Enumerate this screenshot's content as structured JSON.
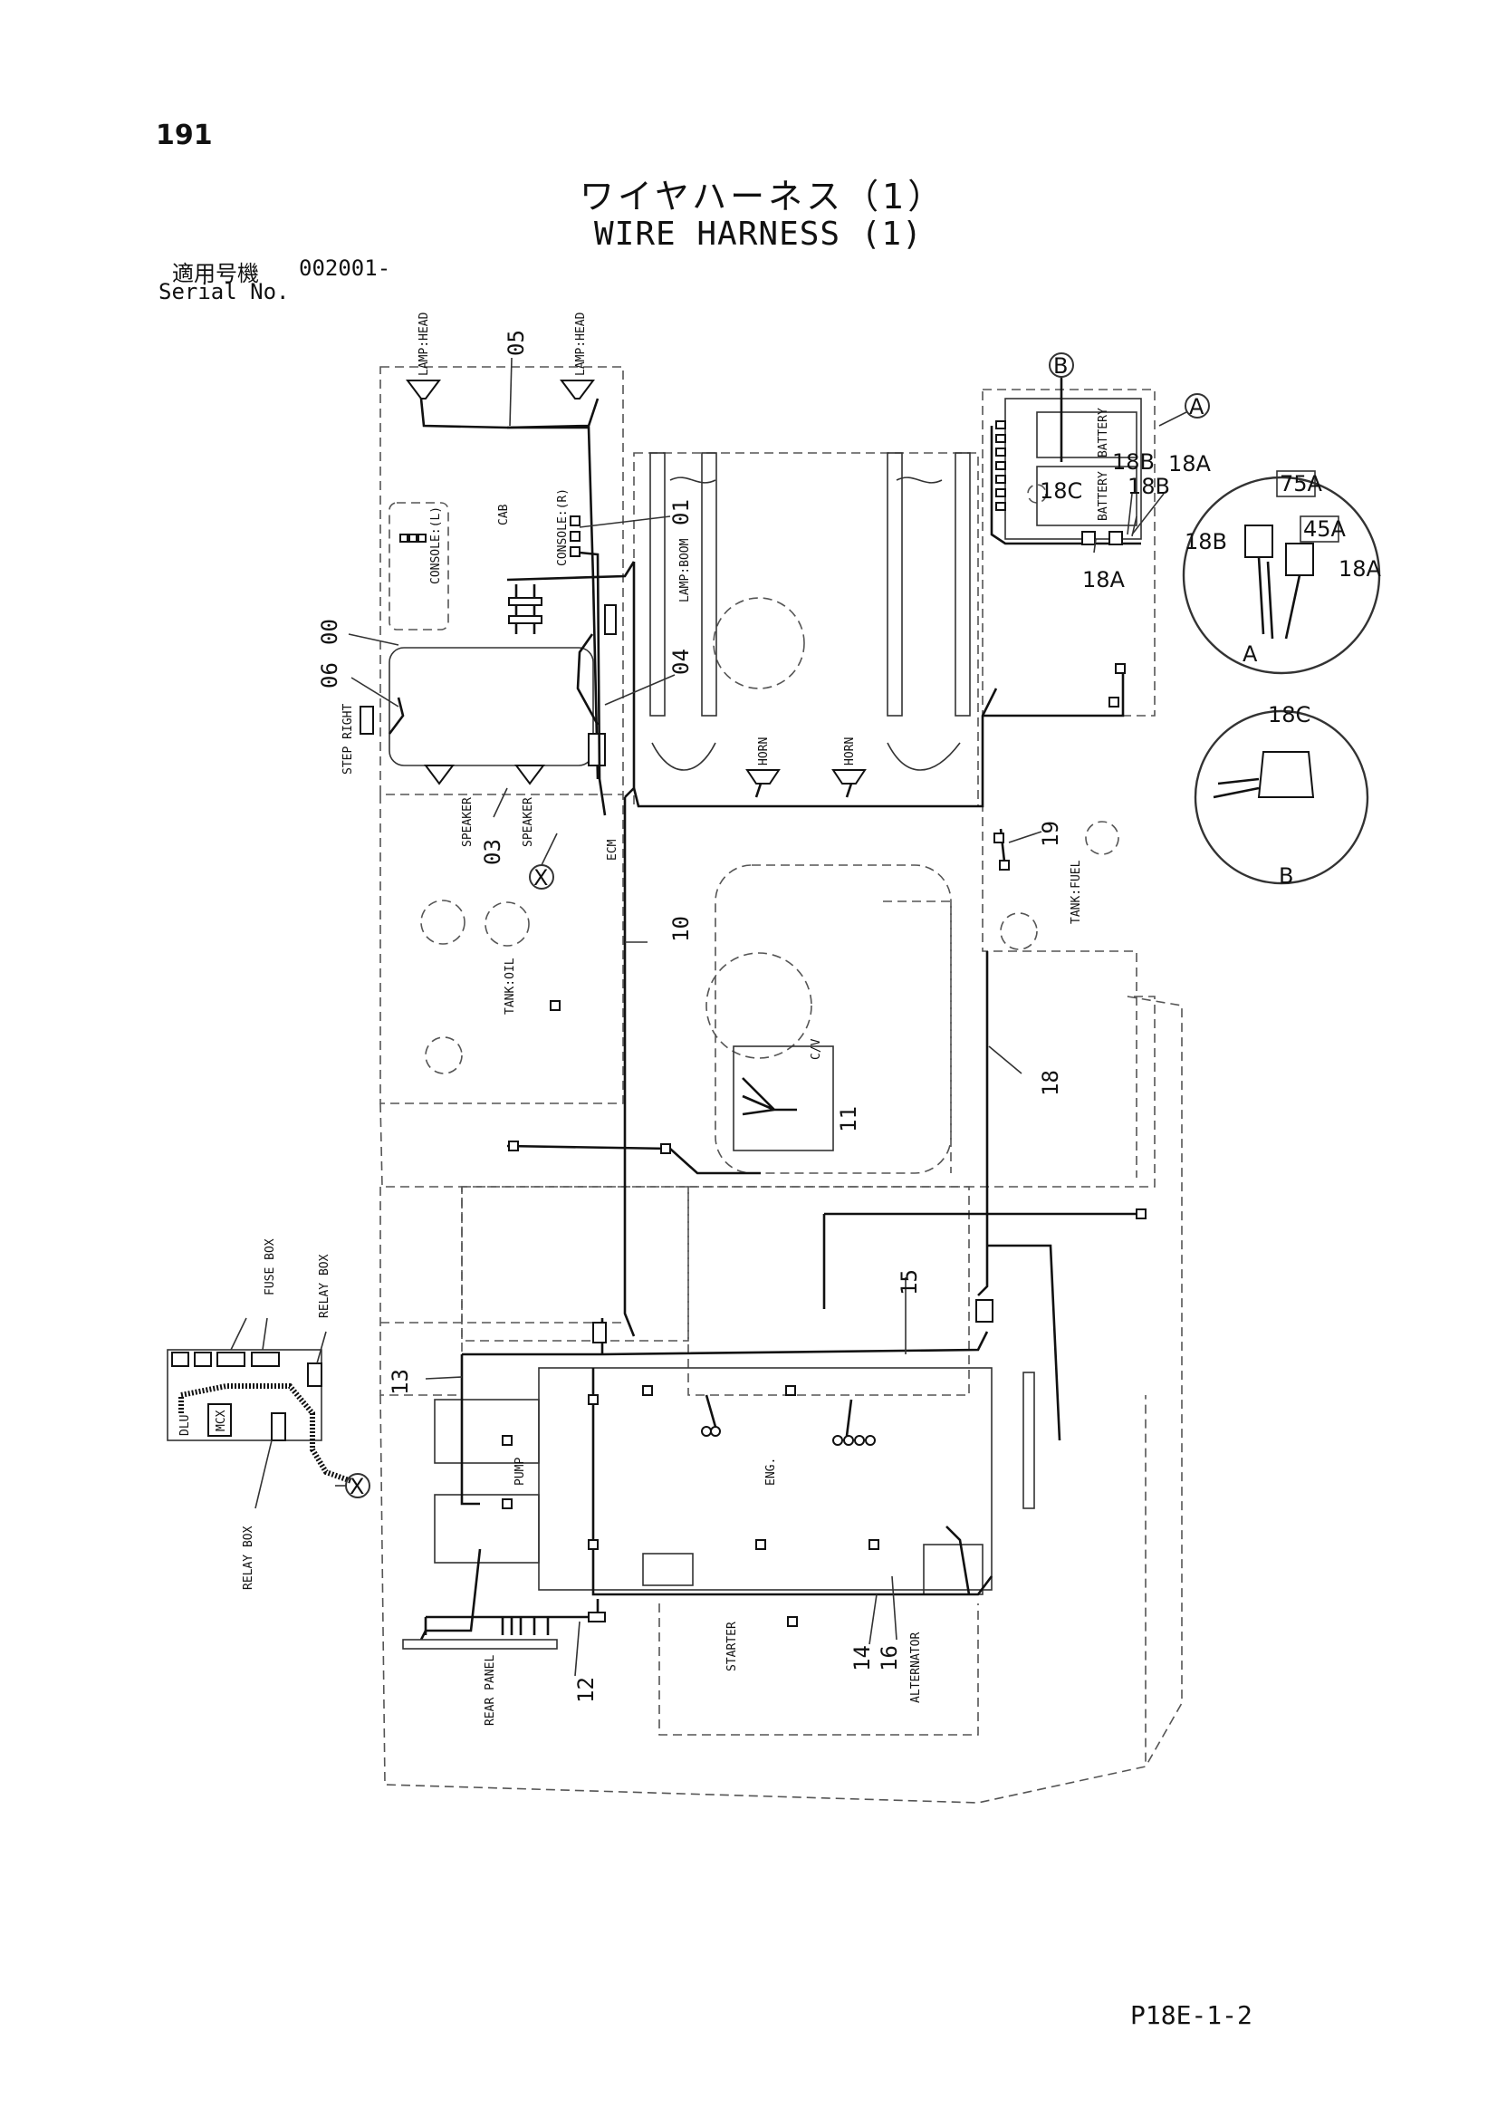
{
  "page": {
    "number": "191",
    "title_ja": "ワイヤハーネス（1）",
    "title_en": "WIRE HARNESS (1)",
    "serial_label_ja": "適用号機",
    "serial_value": "002001-",
    "serial_label_en": "Serial No.",
    "code": "P18E-1-2"
  },
  "labels": {
    "lamp_head_1": "LAMP:HEAD",
    "lamp_head_2": "LAMP:HEAD",
    "cab": "CAB",
    "console_l": "CONSOLE:(L)",
    "console_r": "CONSOLE:(R)",
    "lamp_boom": "LAMP:BOOM",
    "step_right": "STEP RIGHT",
    "speaker_1": "SPEAKER",
    "speaker_2": "SPEAKER",
    "ecm": "ECM",
    "horn_1": "HORN",
    "horn_2": "HORN",
    "battery_1": "BATTERY",
    "battery_2": "BATTERY",
    "tank_oil": "TANK:OIL",
    "tank_fuel": "TANK:FUEL",
    "cv": "C/V",
    "fuse_box": "FUSE BOX",
    "relay_box_top": "RELAY BOX",
    "relay_box_bottom": "RELAY BOX",
    "dlu": "DLU",
    "mcx": "MCX",
    "pump": "PUMP",
    "eng": "ENG.",
    "starter": "STARTER",
    "alternator": "ALTERNATOR",
    "rear_panel": "REAR PANEL"
  },
  "part_numbers": {
    "p00": "00",
    "p01": "01",
    "p03": "03",
    "p04": "04",
    "p05": "05",
    "p06": "06",
    "p10": "10",
    "p11": "11",
    "p12": "12",
    "p13": "13",
    "p14": "14",
    "p15": "15",
    "p16": "16",
    "p18": "18",
    "p19": "19"
  },
  "callouts": {
    "a": "A",
    "b": "B",
    "x": "X",
    "c18a_1": "18A",
    "c18a_2": "18A",
    "c18b_1": "18B",
    "c18b_2": "18B",
    "c18c": "18C",
    "detail_a": {
      "c75a": "75A",
      "c45a": "45A",
      "c18b": "18B",
      "c18a": "18A",
      "letter": "A"
    },
    "detail_b": {
      "c18c": "18C",
      "letter": "B"
    }
  }
}
